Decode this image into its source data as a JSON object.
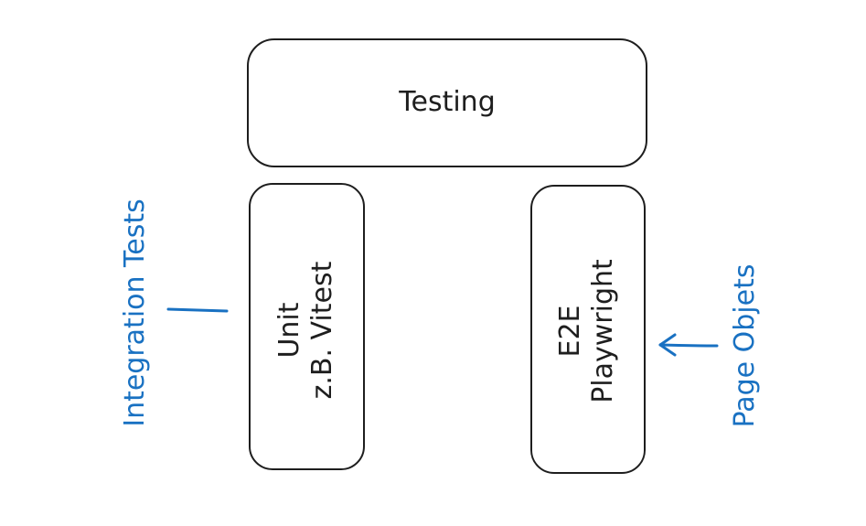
{
  "nodes": {
    "testing": "Testing",
    "unit": {
      "line1": "Unit",
      "line2": "z.B. Vitest"
    },
    "e2e": {
      "line1": "E2E",
      "line2": "Playwright"
    }
  },
  "annotations": {
    "left": "Integration Tests",
    "right": "Page Objets"
  },
  "colors": {
    "stroke": "#1e1e1e",
    "annotation": "#1971c2"
  }
}
